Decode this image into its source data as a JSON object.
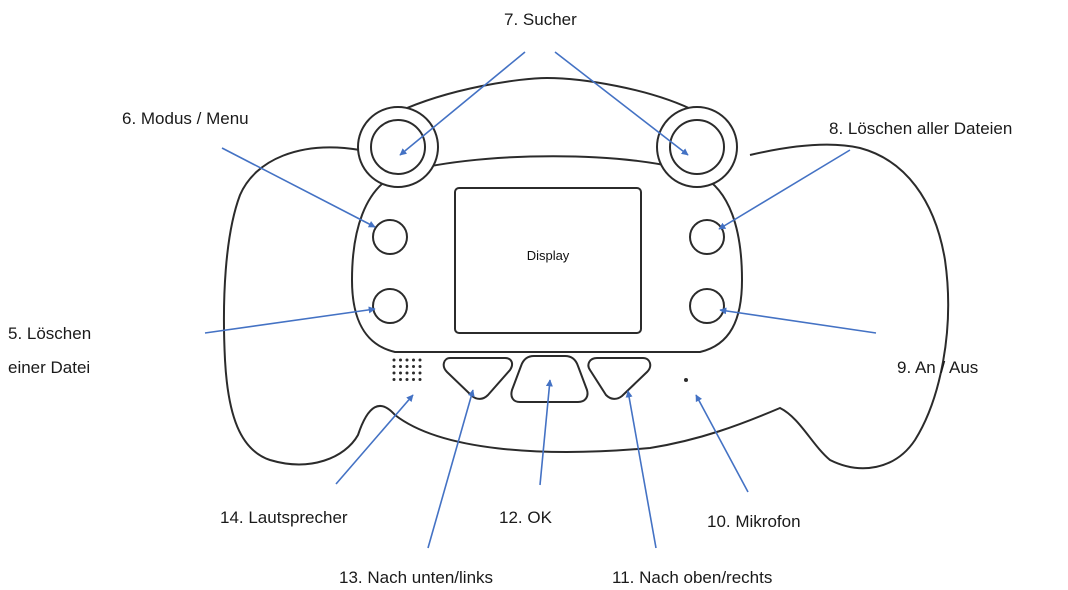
{
  "labels": {
    "sucher": "7. Sucher",
    "modus": "6. Modus / Menu",
    "loeschen_alle": "8. Löschen aller Dateien",
    "loeschen_datei_line1": "5. Löschen",
    "loeschen_datei_line2": "einer Datei",
    "an_aus": "9. An / Aus",
    "lautsprecher": "14. Lautsprecher",
    "ok": "12. OK",
    "mikrofon": "10. Mikrofon",
    "nach_unten": "13. Nach unten/links",
    "nach_oben": "11. Nach oben/rechts"
  },
  "display_text": "Display",
  "colors": {
    "outline": "#2b2b2b",
    "arrow": "#4472c4"
  }
}
